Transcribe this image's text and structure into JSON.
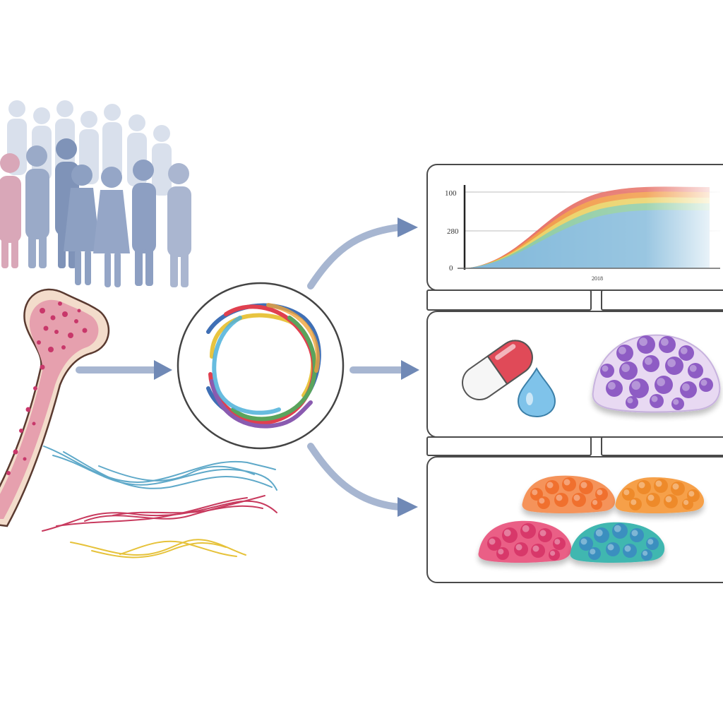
{
  "diagram": {
    "colors": {
      "arrow": "#8ea3c4",
      "panel_border": "#555555",
      "crowd_back": "#c9d2e3",
      "crowd_front": "#8e9fc0",
      "bone_fill": "#f2d9c4",
      "bone_marrow": "#d24a7a",
      "wave_blue": "#5fa9c9",
      "wave_red": "#c83a5e",
      "wave_yellow": "#e6c23a"
    },
    "icons": {
      "population": "people-crowd-icon",
      "tissue": "bone-icon",
      "signals": "wave-signal-icon",
      "network": "ring-network-icon",
      "drug": "capsule-icon",
      "drop": "droplet-icon",
      "cell_cluster": "cell-cluster-icon"
    },
    "chart_panel": {
      "chart_data": {
        "type": "area",
        "y_ticks": [
          "100",
          "280",
          "0"
        ],
        "x_label": "2018",
        "grid": true,
        "series_colors": [
          "#e25a4f",
          "#f29a3a",
          "#e8d560",
          "#7ec8a6",
          "#7fb6e0"
        ]
      }
    }
  }
}
